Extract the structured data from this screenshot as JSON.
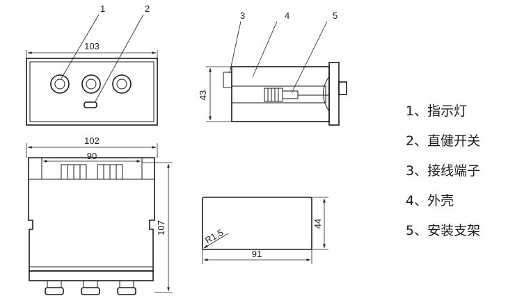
{
  "callouts": [
    "1",
    "2",
    "3",
    "4",
    "5"
  ],
  "dimensions": {
    "front_width": "103",
    "side_height": "43",
    "bottom_width": "102",
    "bottom_inner_width": "90",
    "bottom_height": "107",
    "cutout_height": "44",
    "cutout_width": "91",
    "cutout_radius": "R1.5"
  },
  "legend": [
    "1、指示灯",
    "2、直健开关",
    "3、接线端子",
    "4、外壳",
    "5、安装支架"
  ]
}
